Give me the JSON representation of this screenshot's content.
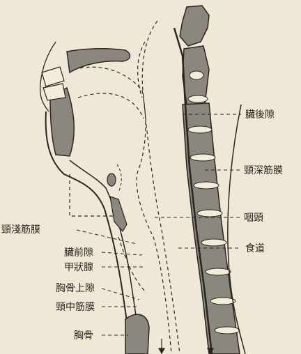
{
  "labels": {
    "retrovisceral_space": "臟後隙",
    "deep_cervical_fascia": "頸深筋膜",
    "pharynx": "咽頭",
    "esophagus": "食道",
    "superficial_cervical_fascia": "頸淺筋膜",
    "previsceral_space": "臟前隙",
    "thyroid_gland": "甲狀腺",
    "suprasternal_space": "胸骨上隙",
    "middle_cervical_fascia": "頸中筋膜",
    "sternum": "胸骨"
  },
  "colors": {
    "paper": "#efe8d6",
    "ink": "#2a2520",
    "bone_gray": "#8c877e",
    "disc_light": "#f2ecda"
  }
}
